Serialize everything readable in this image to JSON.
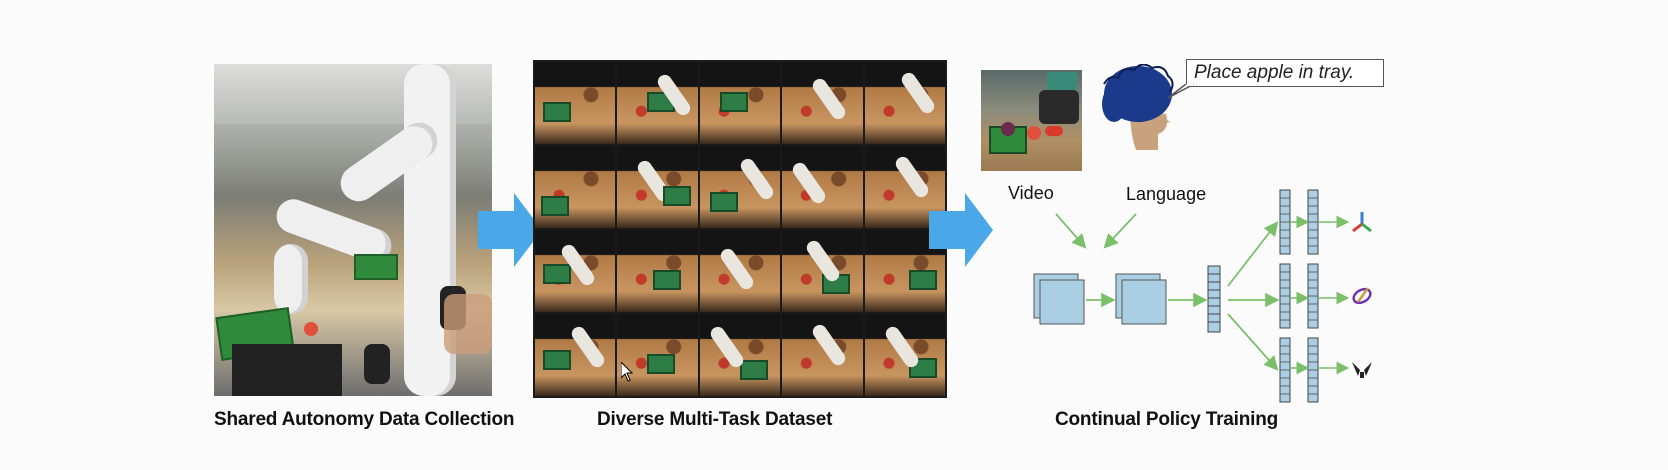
{
  "panels": {
    "collection": {
      "caption": "Shared Autonomy Data Collection"
    },
    "dataset": {
      "caption": "Diverse Multi-Task Dataset",
      "grid_rows": 4,
      "grid_cols": 5
    },
    "training": {
      "caption": "Continual Policy Training",
      "video_label": "Video",
      "language_label": "Language",
      "instruction": "Place apple in tray."
    }
  },
  "icons": [
    "arrow-right-icon",
    "arrow-right-icon",
    "person-head-icon",
    "axes-icon",
    "rotation-icon",
    "gripper-icon"
  ],
  "colors": {
    "flow_arrow": "#4aa8e8",
    "network_block": "#aacfe4",
    "network_edge": "#7bbf6a",
    "person_hair": "#1b3a8c",
    "person_skin": "#c8a27c"
  }
}
